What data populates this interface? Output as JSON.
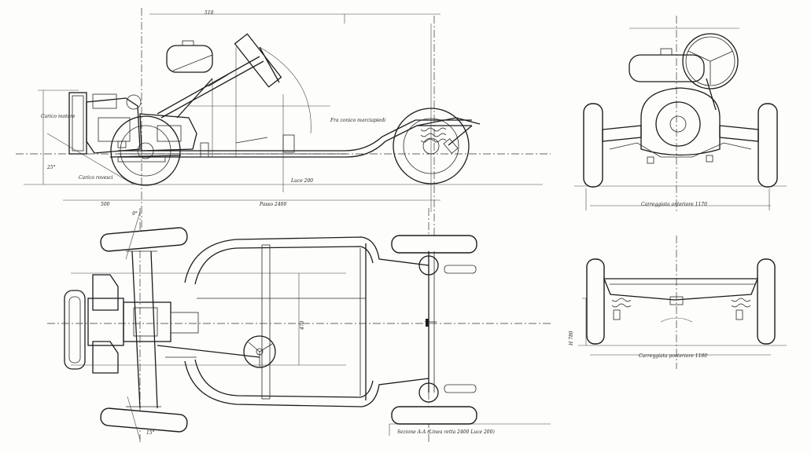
{
  "labels": {
    "side_track": "Fra conico marciapiedi",
    "side_wheelbase": "Passo 2400",
    "side_ground": "Luce 200",
    "side_front_dim": "500",
    "side_dim_left": "510",
    "side_angle": "25°",
    "side_note_1": "Carico motore",
    "side_note_2": "Carico rovesci",
    "front_track": "Carreggiata anteriore 1170",
    "rear_track": "Carreggiata posteriore 1180",
    "rear_height": "H 780",
    "plan_note": "Sezione A-A (Linea retta 2400 Luce 200)",
    "plan_angle_top": "9°",
    "plan_angle_bot": "15°",
    "plan_dim": "470"
  }
}
